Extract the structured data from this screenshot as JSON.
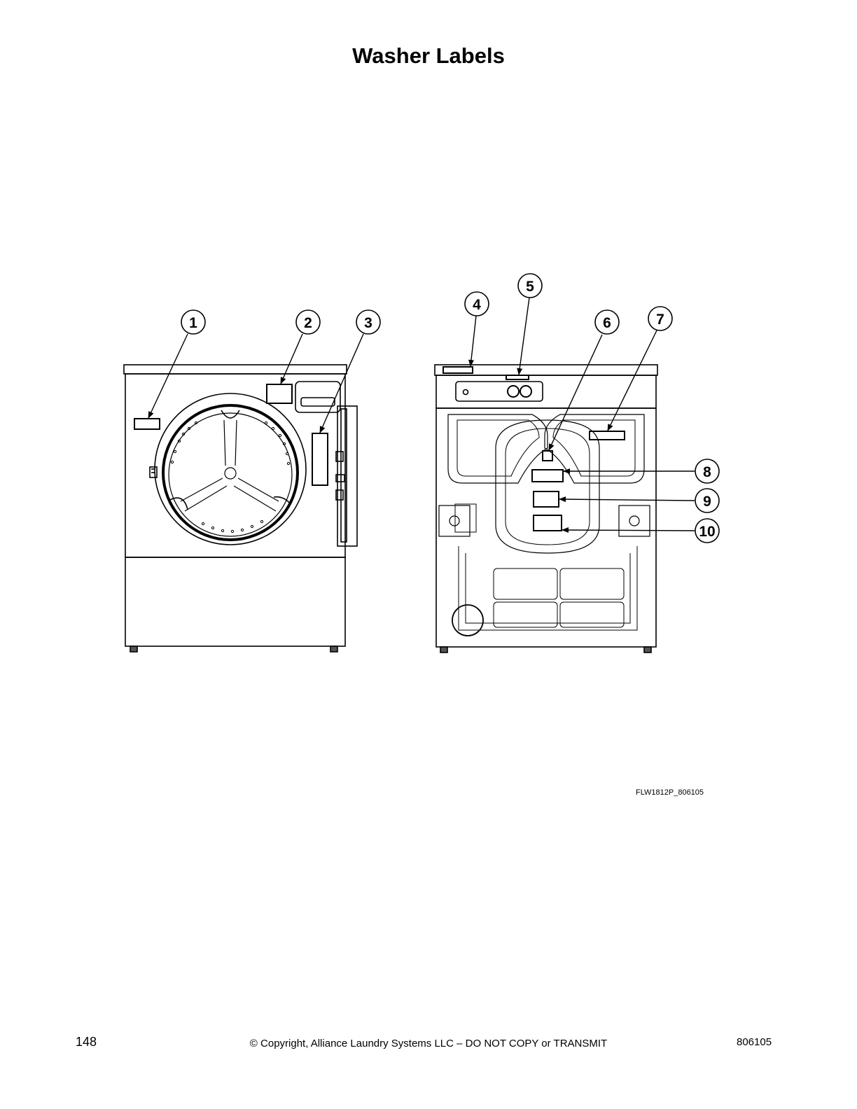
{
  "page": {
    "title": "Washer Labels",
    "figure_id": "FLW1812P_806105",
    "page_number": "148",
    "copyright": "© Copyright, Alliance Laundry Systems LLC – DO NOT COPY or TRANSMIT",
    "doc_number": "806105"
  },
  "figure": {
    "views": [
      "front",
      "rear"
    ],
    "callouts": [
      "1",
      "2",
      "3",
      "4",
      "5",
      "6",
      "7",
      "8",
      "9",
      "10"
    ]
  }
}
